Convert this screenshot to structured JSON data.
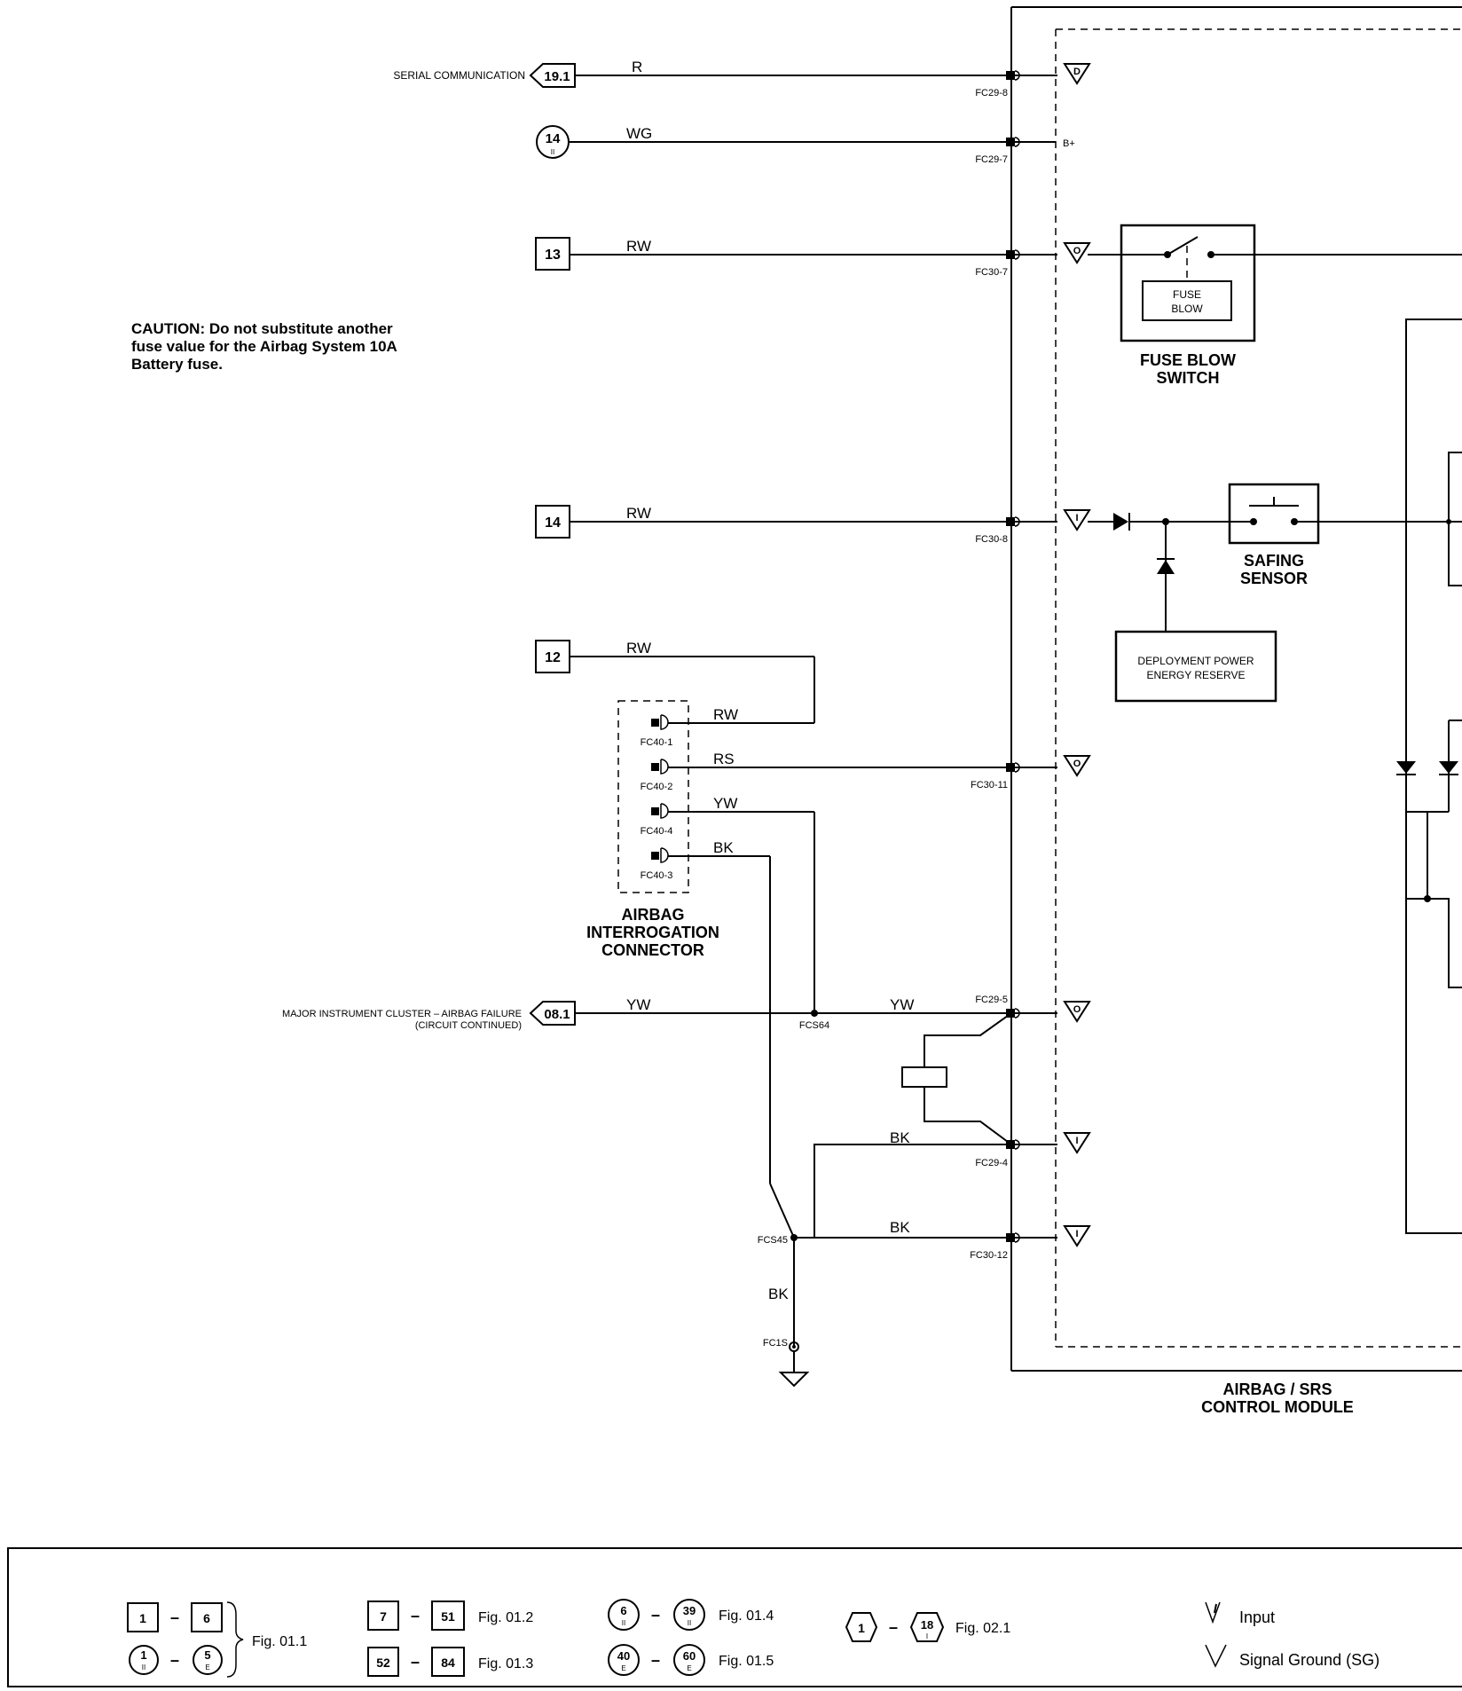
{
  "module_title": [
    "AIRBAG / SRS",
    "CONTROL MODULE"
  ],
  "caution": [
    "CAUTION:  Do not substitute another",
    "fuse value for the Airbag System 10A",
    "Battery fuse."
  ],
  "offpage": {
    "serial": {
      "desc": "SERIAL COMMUNICATION",
      "ref": "19.1",
      "color": "R",
      "pin": "FC29-8",
      "sym": "D"
    },
    "b14": {
      "ref": "14",
      "sub": "II",
      "color": "WG",
      "pin": "FC29-7",
      "sym": "B+"
    },
    "s13": {
      "ref": "13",
      "color": "RW",
      "pin": "FC30-7",
      "sym": "O"
    },
    "s14": {
      "ref": "14",
      "color": "RW",
      "pin": "FC30-8",
      "sym": "I"
    },
    "s12": {
      "ref": "12",
      "color": "RW"
    },
    "cluster": {
      "desc1": "MAJOR INSTRUMENT CLUSTER – AIRBAG FAILURE",
      "desc2": "(CIRCUIT CONTINUED)",
      "ref": "08.1",
      "color": "YW"
    }
  },
  "fuse_blow": {
    "inner": [
      "FUSE",
      "BLOW"
    ],
    "label": [
      "FUSE BLOW",
      "SWITCH"
    ]
  },
  "safing": {
    "label": [
      "SAFING",
      "SENSOR"
    ]
  },
  "deploy": {
    "text": [
      "DEPLOYMENT POWER",
      "ENERGY RESERVE"
    ]
  },
  "interrogation": {
    "label": [
      "AIRBAG",
      "INTERROGATION",
      "CONNECTOR"
    ],
    "pins": [
      "FC40-1",
      "FC40-2",
      "FC40-4",
      "FC40-3"
    ],
    "colors": [
      "RW",
      "RS",
      "YW",
      "BK"
    ]
  },
  "pins": {
    "fc30_11": "FC30-11",
    "fc29_5": "FC29-5",
    "fc29_4": "FC29-4",
    "fc30_12": "FC30-12",
    "fcs64": "FCS64",
    "fcs45": "FCS45",
    "fc1s": "FC1S"
  },
  "wire_colors": {
    "yw": "YW",
    "bk1": "BK",
    "bk2": "BK",
    "bk3": "BK"
  },
  "module_syms": {
    "o": "O",
    "i": "I"
  },
  "legend": {
    "r1a": "1",
    "r1b": "6",
    "r2a": "1",
    "r2as": "II",
    "r2b": "5",
    "r2bs": "E",
    "fig011": "Fig. 01.1",
    "r3a": "7",
    "r3b": "51",
    "fig012": "Fig. 01.2",
    "r4a": "52",
    "r4b": "84",
    "fig013": "Fig. 01.3",
    "r5a": "6",
    "r5as": "II",
    "r5b": "39",
    "r5bs": "II",
    "fig014": "Fig. 01.4",
    "r6a": "40",
    "r6as": "E",
    "r6b": "60",
    "r6bs": "E",
    "fig015": "Fig. 01.5",
    "r7a": "1",
    "r7b": "18",
    "r7bs": "I",
    "fig021": "Fig. 02.1",
    "input": "Input",
    "sg": "Signal Ground (SG)",
    "dash": "–"
  }
}
